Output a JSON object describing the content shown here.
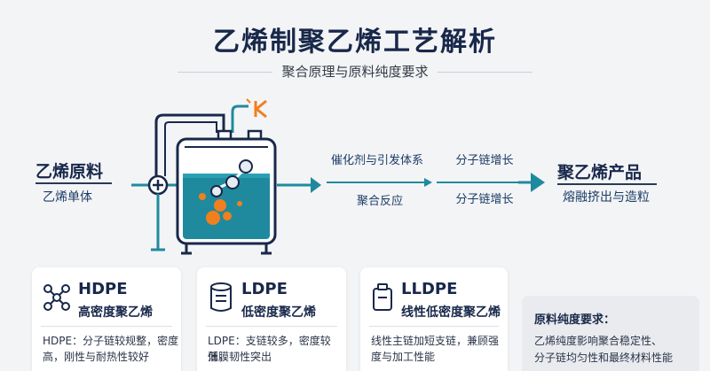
{
  "header": {
    "title": "乙烯制聚乙烯工艺解析",
    "subtitle": "聚合原理与原料纯度要求"
  },
  "process": {
    "input_label": "乙烯原料",
    "input_sub": "乙烯单体",
    "step1_label": "催化剂与引发体系",
    "step2_label": "分子链增长",
    "reaction_label": "聚合反应",
    "chain_label": "分子链增长",
    "output_label": "聚乙烯产品",
    "output_sub": "熔融挤出与造粒"
  },
  "cards": [
    {
      "code": "HDPE",
      "name": "高密度聚乙烯",
      "desc_line1": "HDPE：分子链较规整，密度",
      "desc_line2": "高，刚性与耐热性较好",
      "icon": "molecule-icon"
    },
    {
      "code": "LDPE",
      "name": "低密度聚乙烯",
      "desc_line1": "LDPE：支链较多，密度较低，",
      "desc_line2": "薄膜韧性突出",
      "icon": "film-roll-icon"
    },
    {
      "code": "LLDPE",
      "name": "线性低密度聚乙烯",
      "desc_line1": "线性主链加短支链，兼顾强",
      "desc_line2": "度与加工性能",
      "icon": "container-icon"
    }
  ],
  "purity": {
    "title": "原料纯度要求：",
    "line1": "乙烯纯度影响聚合稳定性、",
    "line2": "分子链均匀性和最终材料性能"
  },
  "colors": {
    "navy": "#18284a",
    "teal": "#1f8a9e",
    "orange": "#f07f1e"
  }
}
